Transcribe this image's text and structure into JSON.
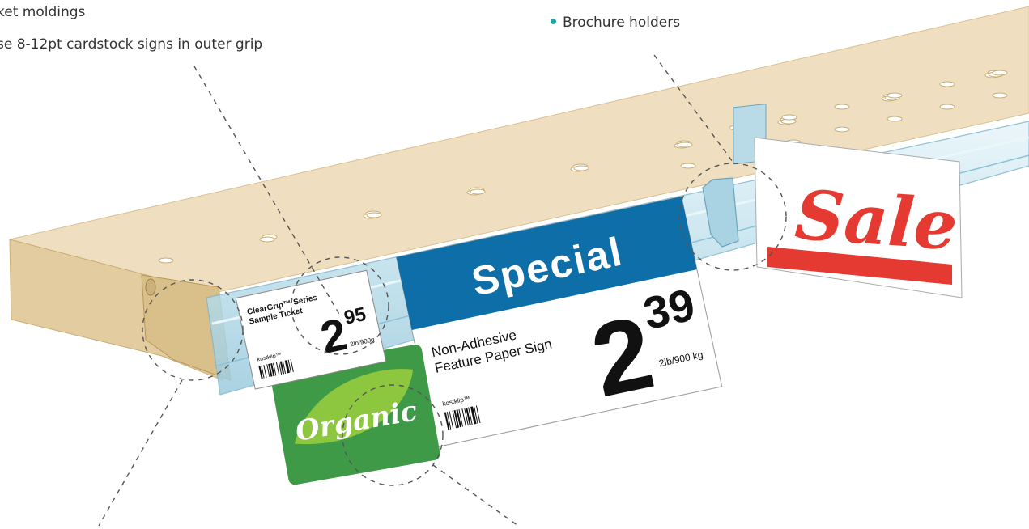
{
  "callouts": {
    "moldings": "ket moldings",
    "cardstock": "se 8-12pt cardstock signs in outer grip",
    "brochure": "Brochure holders"
  },
  "ticket_small": {
    "title_line1": "ClearGrip™ Series",
    "title_line2": "Sample Ticket",
    "price_main": "2",
    "price_cents": "95",
    "unit": "2lb/900g",
    "brand": "kostklip™"
  },
  "sign_special": {
    "banner": "Special",
    "desc_line1": "Non-Adhesive",
    "desc_line2": "Feature Paper Sign",
    "price_main": "2",
    "price_cents": "39",
    "unit": "2lb/900 kg",
    "brand": "kostklip™"
  },
  "sign_sale": {
    "text": "Sale"
  },
  "sign_organic": {
    "text": "Organic"
  },
  "colors": {
    "shelf_top": "#efdfc0",
    "shelf_front": "#e3cc9f",
    "molding": "#bfe0ec",
    "special_blue": "#0e6ea8",
    "sale_red": "#e43a31",
    "organic_green": "#3f9a48",
    "organic_leaf": "#8dc63f",
    "bullet": "#1ba8a0",
    "dash": "#555555"
  }
}
